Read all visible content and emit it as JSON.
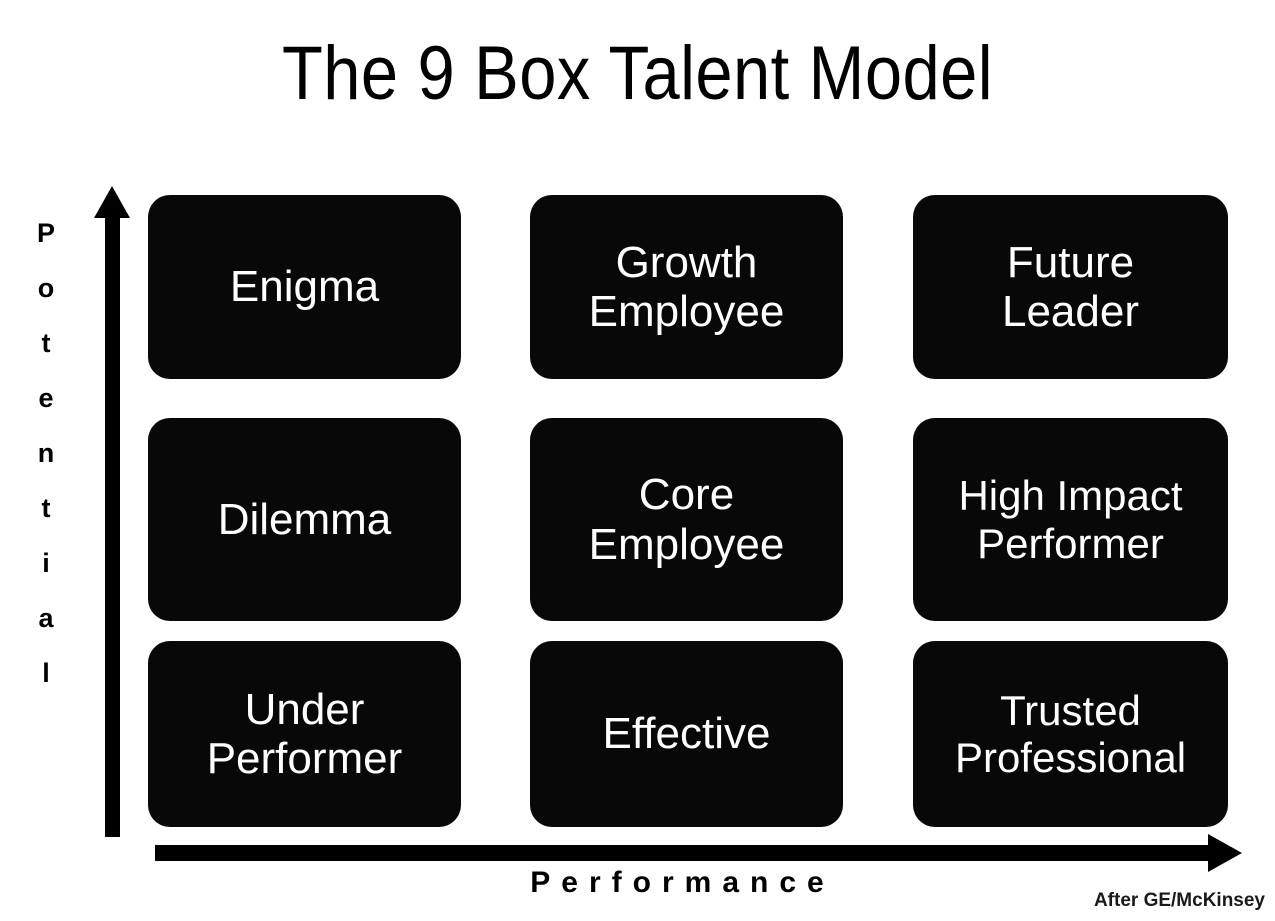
{
  "title": "The 9 Box Talent Model",
  "axes": {
    "y_label": "Potential",
    "y_letters": [
      "P",
      "o",
      "t",
      "e",
      "n",
      "t",
      "i",
      "a",
      "l"
    ],
    "x_label": "Performance",
    "y_arrow": "up-arrow-icon",
    "x_arrow": "right-arrow-icon"
  },
  "attribution": "After GE/McKinsey",
  "colors": {
    "box_fill": "#080808",
    "box_text": "#ffffff",
    "background": "#ffffff",
    "axis": "#000000"
  },
  "grid": {
    "rows": [
      {
        "row_name": "high-potential",
        "cells": [
          {
            "label": "Enigma",
            "column": "low-performance"
          },
          {
            "label": "Growth\nEmployee",
            "column": "medium-performance"
          },
          {
            "label": "Future\nLeader",
            "column": "high-performance"
          }
        ]
      },
      {
        "row_name": "medium-potential",
        "cells": [
          {
            "label": "Dilemma",
            "column": "low-performance"
          },
          {
            "label": "Core\nEmployee",
            "column": "medium-performance"
          },
          {
            "label": "High Impact\nPerformer",
            "column": "high-performance"
          }
        ]
      },
      {
        "row_name": "low-potential",
        "cells": [
          {
            "label": "Under\nPerformer",
            "column": "low-performance"
          },
          {
            "label": "Effective",
            "column": "medium-performance"
          },
          {
            "label": "Trusted\nProfessional",
            "column": "high-performance"
          }
        ]
      }
    ]
  }
}
